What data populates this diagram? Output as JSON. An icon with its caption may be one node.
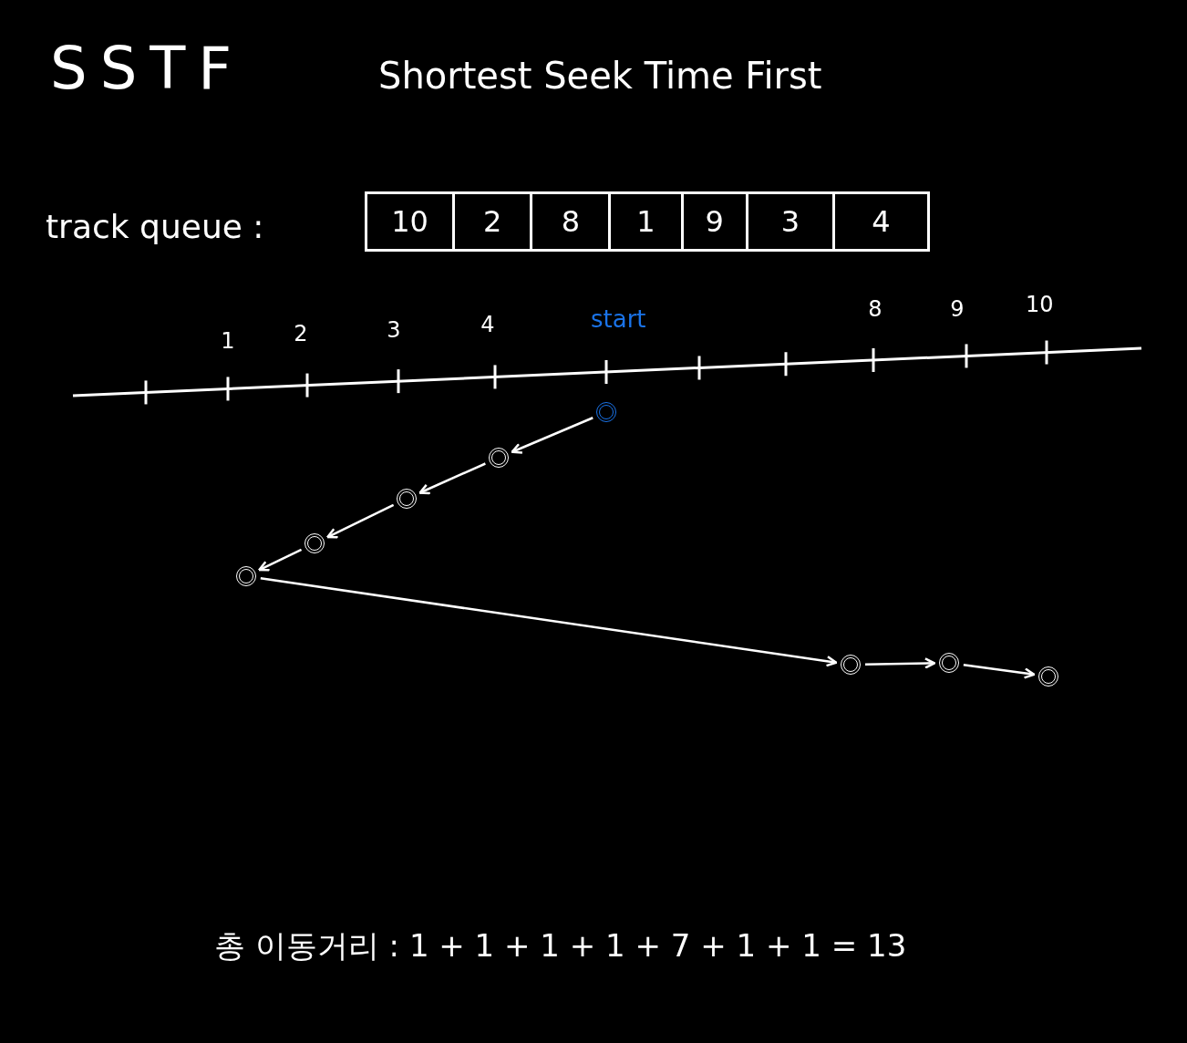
{
  "diagram": {
    "title": "SSTF",
    "nodes": [
      {
        "text": [],
        "shape": "circle"
      },
      {
        "text": [],
        "shape": "circle"
      },
      {
        "text": [],
        "shape": "circle"
      },
      {
        "text": [],
        "shape": "circle"
      },
      {
        "text": [],
        "shape": "circle"
      },
      {
        "text": [],
        "shape": "circle"
      },
      {
        "text": [],
        "shape": "circle"
      },
      {
        "text": [],
        "shape": "circle"
      }
    ],
    "edges": [
      {
        "from": 0,
        "to": 1,
        "arrow": "to"
      },
      {
        "from": 1,
        "to": 2,
        "arrow": "to"
      },
      {
        "from": 2,
        "to": 3,
        "arrow": "to"
      },
      {
        "from": 3,
        "to": 4,
        "arrow": "to"
      },
      {
        "from": 4,
        "to": 5,
        "arrow": "to"
      },
      {
        "from": 5,
        "to": 6,
        "arrow": "to"
      },
      {
        "from": 6,
        "to": 7,
        "arrow": "to"
      }
    ],
    "labels": [
      "Shortest Seek Time First",
      "track queue :",
      "10",
      "2",
      "8",
      "1",
      "9",
      "3",
      "4",
      "1",
      "2",
      "3",
      "4",
      "start",
      "8",
      "9",
      "10",
      "총 이동거리 : 1 + 1 + 1 + 1 + 7 + 1 + 1 = 13"
    ]
  }
}
